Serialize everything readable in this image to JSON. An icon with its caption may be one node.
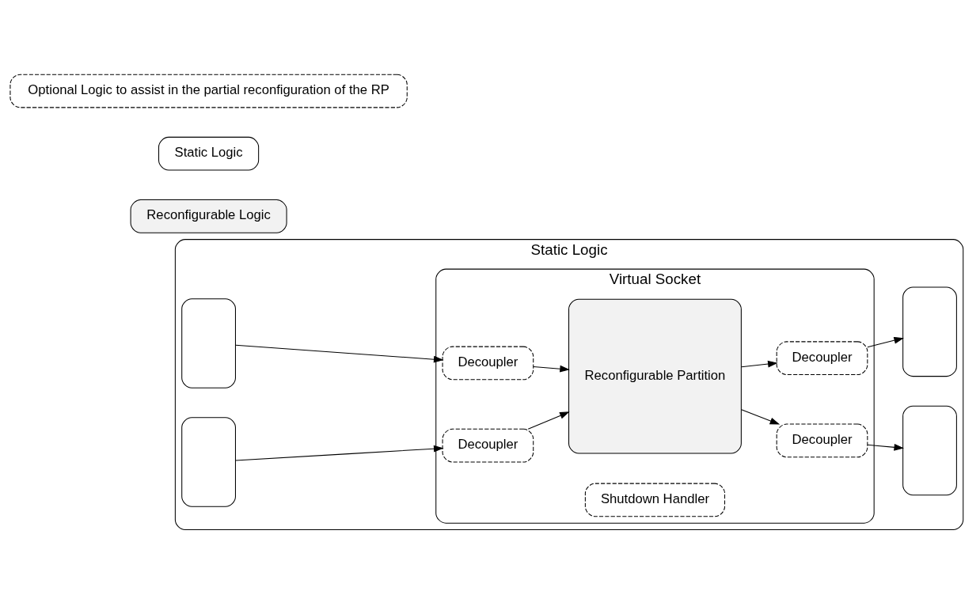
{
  "diagram": {
    "nodes": [
      {
        "text": [
          "Static Logic"
        ]
      },
      {
        "text": [],
        "shape": "box",
        "in": 0
      },
      {
        "text": [],
        "shape": "box",
        "in": 0
      },
      {
        "text": [
          "Virtual Socket"
        ],
        "in": 0
      },
      {
        "text": [
          "Decoupler"
        ],
        "in": 3
      },
      {
        "text": [
          "Decoupler"
        ],
        "in": 3
      },
      {
        "text": [
          "Reconfigurable Partition"
        ],
        "in": 3
      },
      {
        "text": [
          "Decoupler"
        ],
        "in": 3
      },
      {
        "text": [
          "Decoupler"
        ],
        "in": 3
      },
      {
        "text": [
          "Shutdown Handler"
        ],
        "in": 3
      },
      {
        "text": [],
        "shape": "box",
        "in": 0
      },
      {
        "text": [],
        "shape": "box",
        "in": 0
      },
      {
        "text": [
          "Reconfigurable Logic"
        ]
      },
      {
        "text": [
          "Static Logic"
        ]
      },
      {
        "text": [
          "Optional Logic to assist in the partial reconfiguration of the RP"
        ]
      }
    ],
    "edges": [
      {
        "from": 1,
        "to": 4,
        "arrow": "to"
      },
      {
        "from": 2,
        "to": 5,
        "arrow": "to"
      },
      {
        "from": 4,
        "to": 6,
        "arrow": "to"
      },
      {
        "from": 5,
        "to": 6,
        "arrow": "to"
      },
      {
        "from": 6,
        "to": 7,
        "arrow": "to"
      },
      {
        "from": 6,
        "to": 8,
        "arrow": "to"
      },
      {
        "from": 7,
        "to": 10,
        "arrow": "to"
      },
      {
        "from": 8,
        "to": 11,
        "arrow": "to"
      }
    ]
  }
}
